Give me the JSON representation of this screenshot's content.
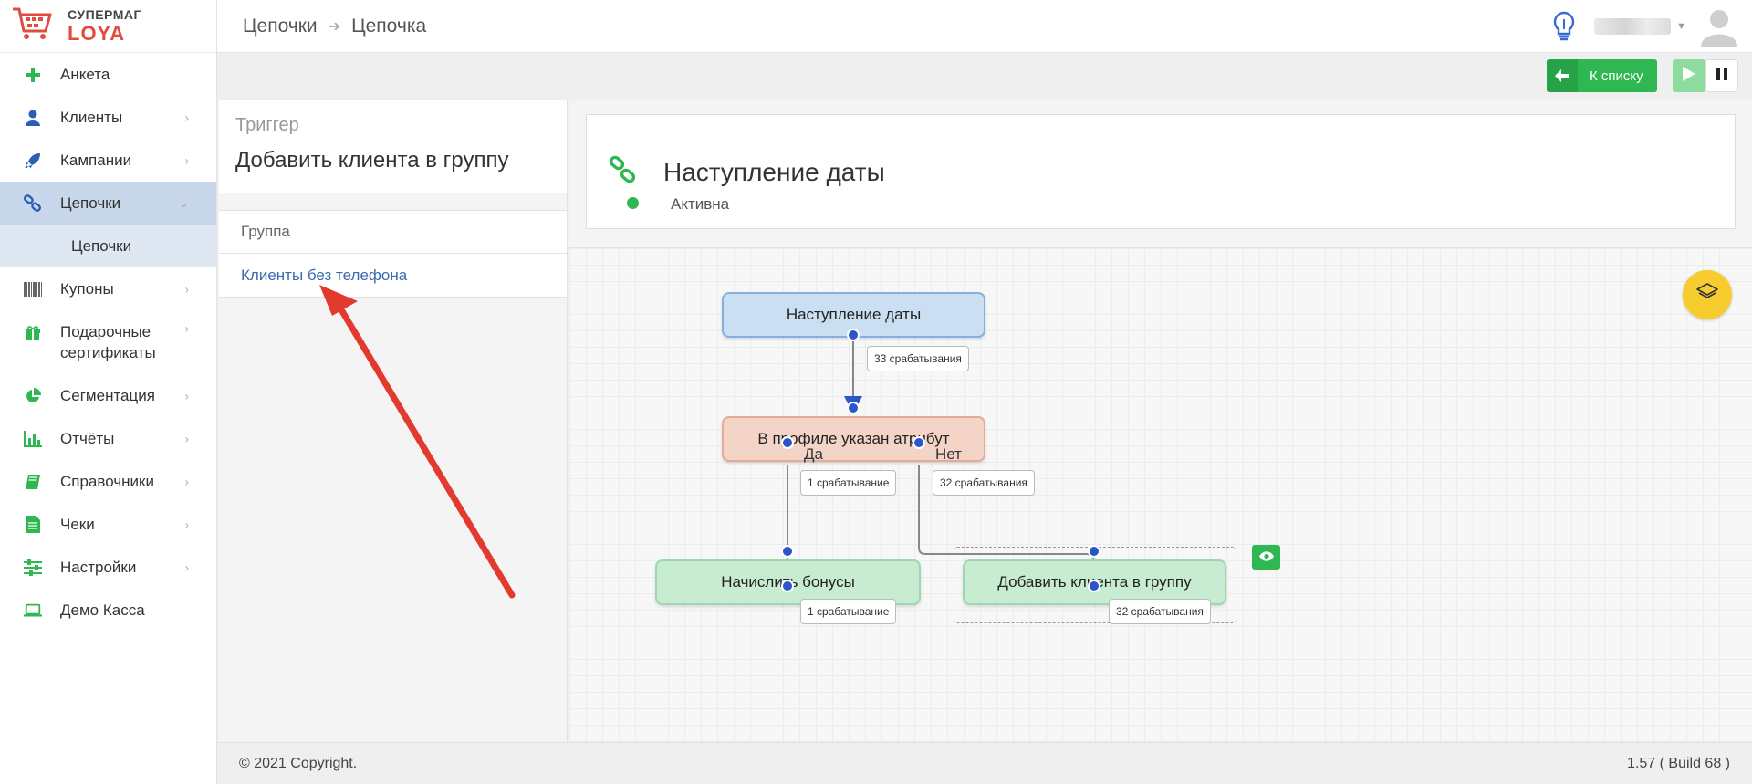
{
  "brand": {
    "name_top": "СУПЕРМАГ",
    "name_bottom": "LOYA",
    "logo_color": "#e34b3f"
  },
  "sidebar": {
    "items": [
      {
        "label": "Анкета",
        "icon": "plus-icon",
        "color": "#2fb752"
      },
      {
        "label": "Клиенты",
        "icon": "user-icon",
        "color": "#2b5fb5",
        "chevron": "›"
      },
      {
        "label": "Кампании",
        "icon": "rocket-icon",
        "color": "#2b5fb5",
        "chevron": "›"
      },
      {
        "label": "Цепочки",
        "icon": "link-icon",
        "color": "#2b5fb5",
        "chevron": "⌄",
        "active": true
      },
      {
        "label": "Купоны",
        "icon": "barcode-icon",
        "color": "#555",
        "chevron": "›"
      },
      {
        "label": "Подарочные сертификаты",
        "icon": "gift-icon",
        "color": "#2fb752",
        "chevron": "›"
      },
      {
        "label": "Сегментация",
        "icon": "pie-chart-icon",
        "color": "#2fb752",
        "chevron": "›"
      },
      {
        "label": "Отчёты",
        "icon": "bar-chart-icon",
        "color": "#2fb752",
        "chevron": "›"
      },
      {
        "label": "Справочники",
        "icon": "book-icon",
        "color": "#2fb752",
        "chevron": "›"
      },
      {
        "label": "Чеки",
        "icon": "document-icon",
        "color": "#2fb752",
        "chevron": "›"
      },
      {
        "label": "Настройки",
        "icon": "sliders-icon",
        "color": "#2fb752",
        "chevron": "›"
      },
      {
        "label": "Демо Касса",
        "icon": "laptop-icon",
        "color": "#2fb752"
      }
    ],
    "subitem": "Цепочки"
  },
  "header": {
    "breadcrumb": [
      "Цепочки",
      "Цепочка"
    ],
    "breadcrumb_sep": "➔"
  },
  "toolbar": {
    "back_label": "К списку"
  },
  "trigger": {
    "label": "Триггер",
    "title": "Добавить клиента в группу",
    "group_label": "Группа",
    "group_value": "Клиенты без телефона"
  },
  "chain": {
    "title": "Наступление даты",
    "status": "Активна",
    "status_color": "#2fb752"
  },
  "flow": {
    "nodes": {
      "start": "Наступление даты",
      "condition": "В профиле указан атрибут",
      "action_bonus": "Начислить бонусы",
      "action_group": "Добавить клиента в группу"
    },
    "counts": {
      "start_out": "33 срабатывания",
      "yes_branch": "1 срабатывание",
      "no_branch": "32 срабатывания",
      "bonus_out": "1 срабатывание",
      "group_out": "32 срабатывания"
    },
    "branch_yes": "Да",
    "branch_no": "Нет"
  },
  "footer": {
    "copyright": "© 2021 Copyright.",
    "version": "1.57 ( Build 68 )"
  }
}
